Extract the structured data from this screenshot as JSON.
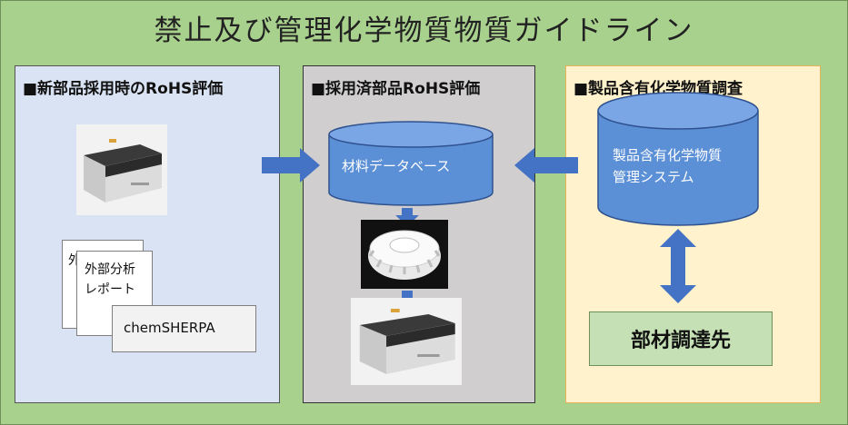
{
  "title": "禁止及び管理化学物質物質ガイドライン",
  "panels": {
    "left": {
      "heading": "■新部品採用時のRoHS評価"
    },
    "middle": {
      "heading": "■採用済部品RoHS評価"
    },
    "right": {
      "heading": "■製品含有化学物質調査"
    }
  },
  "documents": {
    "back": "外",
    "report_line1": "外部分析",
    "report_line2": "レポート",
    "chemsherpa": "chemSHERPA"
  },
  "databases": {
    "material_db": "材料データベース",
    "system_line1": "製品含有化学物質",
    "system_line2": "管理システム"
  },
  "supplier": "部材調達先",
  "colors": {
    "background": "#a9d18e",
    "left_panel": "#dae3f3",
    "middle_panel": "#d0cece",
    "right_panel": "#fff2cc",
    "arrow": "#4472c4",
    "database": "#5b8fd6",
    "supplier_box": "#c5e0b4"
  }
}
